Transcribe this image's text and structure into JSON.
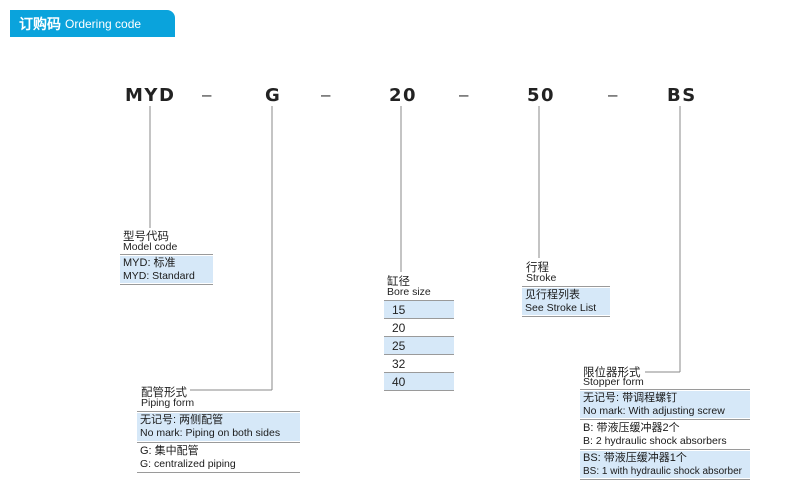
{
  "header": {
    "title_cn": "订购码",
    "title_en": "Ordering code"
  },
  "code_parts": [
    "MYD",
    "G",
    "20",
    "50",
    "BS"
  ],
  "separator": "–",
  "model": {
    "label_cn": "型号代码",
    "label_en": "Model code",
    "options": [
      {
        "line1": "MYD: 标准",
        "line2": "MYD: Standard"
      }
    ]
  },
  "piping": {
    "label_cn": "配管形式",
    "label_en": "Piping form",
    "options": [
      {
        "line1": "无记号: 两侧配管",
        "line2": "No mark: Piping on both sides"
      },
      {
        "line1": "G: 集中配管",
        "line2": "G: centralized piping"
      }
    ]
  },
  "bore": {
    "label_cn": "缸径",
    "label_en": "Bore size",
    "values": [
      "15",
      "20",
      "25",
      "32",
      "40"
    ]
  },
  "stroke": {
    "label_cn": "行程",
    "label_en": "Stroke",
    "options": [
      {
        "line1": "见行程列表",
        "line2": "See Stroke List"
      }
    ]
  },
  "stopper": {
    "label_cn": "限位器形式",
    "label_en": "Stopper form",
    "options": [
      {
        "line1": "无记号: 带调程螺钉",
        "line2": "No mark: With adjusting screw"
      },
      {
        "line1": "B: 带液压缓冲器2个",
        "line2": "B: 2 hydraulic shock absorbers"
      },
      {
        "line1": "BS: 带液压缓冲器1个",
        "line2": "BS: 1 with hydraulic shock absorber"
      }
    ]
  },
  "colors": {
    "accent": "#0aa3dc",
    "option_bg": "#d6e8f8",
    "line": "#888888"
  }
}
